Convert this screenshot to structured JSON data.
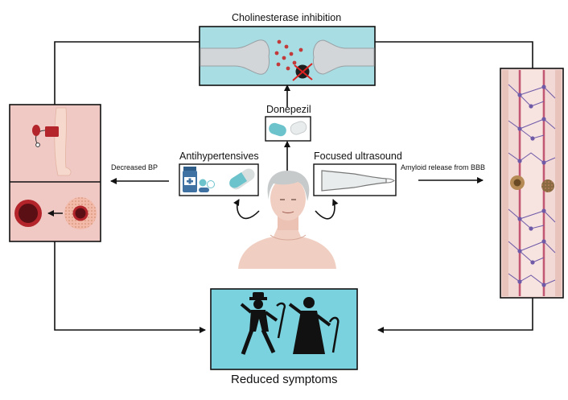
{
  "labels": {
    "top_title": "Cholinesterase inhibition",
    "donepezil": "Donepezil",
    "antihypertensives": "Antihypertensives",
    "focused_ultrasound": "Focused ultrasound",
    "decreased_bp": "Decreased BP",
    "amyloid_release": "Amyloid release from BBB",
    "reduced_symptoms": "Reduced symptoms"
  },
  "colors": {
    "teal_panel": "#a7dde3",
    "cyan_outcome": "#79d2de",
    "arm_panel": "#f0c9c4",
    "vessel_wall": "#c25773",
    "neuron": "#6f5aa8",
    "pill_teal": "#6cc3cc",
    "pill_dark": "#2f5d8a",
    "skin": "#f0cfc2",
    "line": "#111111"
  },
  "icons": {
    "synapse": "synapse-icon",
    "pill_capsule": "capsule-icon",
    "pill_bottle": "pill-bottle-icon",
    "ultrasound_probe": "ultrasound-probe-icon",
    "patient": "elderly-patient-icon",
    "arm_cuff": "blood-pressure-cuff-icon",
    "vessel": "blood-vessel-icon",
    "dancers": "dancing-elderly-couple-icon"
  }
}
